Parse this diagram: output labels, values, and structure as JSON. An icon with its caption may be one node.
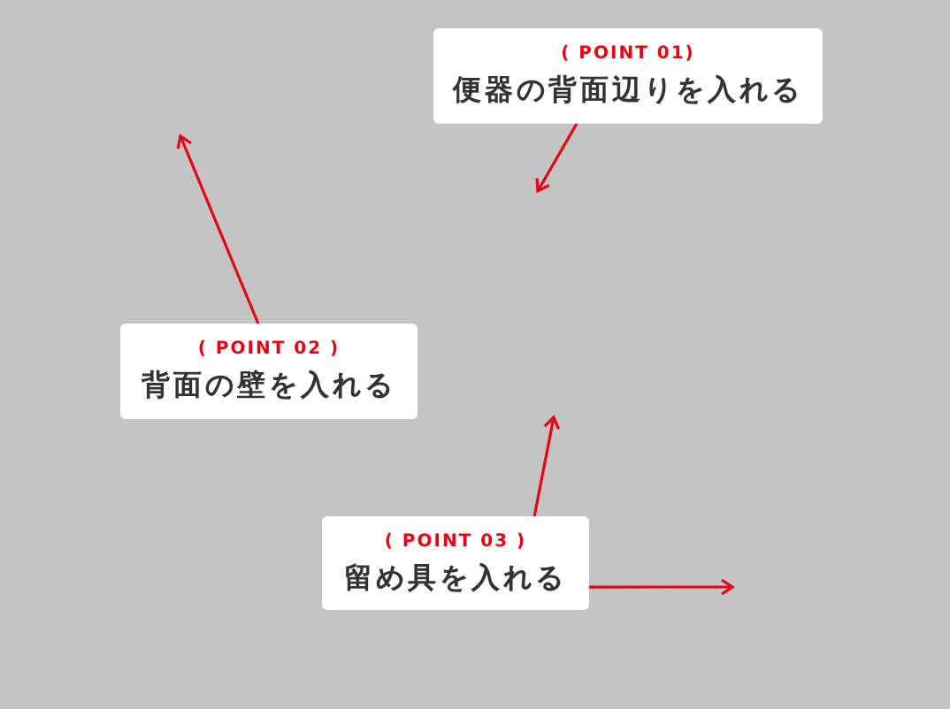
{
  "diagram": {
    "nodes": [
      {
        "text": [
          "( POINT 01)",
          "便器の背面辺りを入れる"
        ]
      },
      {
        "text": [
          "( POINT 02 )",
          "背面の壁を入れる"
        ]
      },
      {
        "text": [
          "( POINT 03 )",
          "留め具を入れる"
        ]
      }
    ],
    "edges": [
      {
        "from": 0,
        "to": null,
        "arrow": "to"
      },
      {
        "from": 1,
        "to": null,
        "arrow": "to"
      },
      {
        "from": 2,
        "to": null,
        "arrow": "to"
      },
      {
        "from": 2,
        "to": null,
        "arrow": "to"
      }
    ]
  }
}
